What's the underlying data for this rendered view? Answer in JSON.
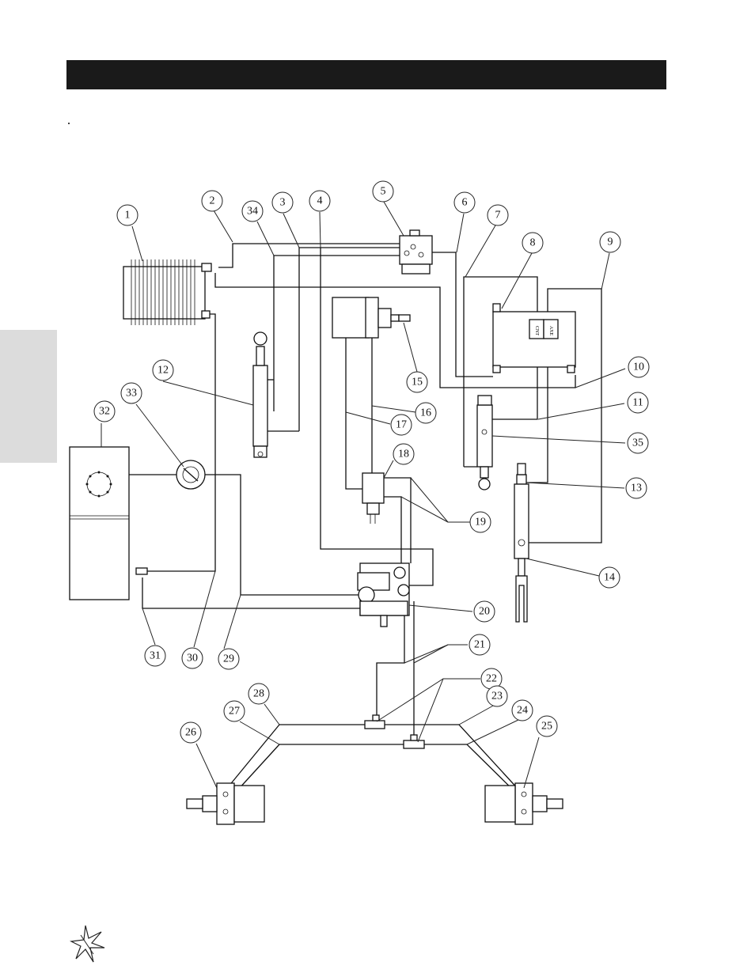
{
  "header": {
    "bar_color": "#1a1a1a",
    "side_tab_color": "#dcdcdc"
  },
  "diagram": {
    "callouts": [
      {
        "id": "c1",
        "label": "1"
      },
      {
        "id": "c2",
        "label": "2"
      },
      {
        "id": "c3",
        "label": "3"
      },
      {
        "id": "c4",
        "label": "4"
      },
      {
        "id": "c5",
        "label": "5"
      },
      {
        "id": "c6",
        "label": "6"
      },
      {
        "id": "c7",
        "label": "7"
      },
      {
        "id": "c8",
        "label": "8"
      },
      {
        "id": "c9",
        "label": "9"
      },
      {
        "id": "c10",
        "label": "10"
      },
      {
        "id": "c11",
        "label": "11"
      },
      {
        "id": "c12",
        "label": "12"
      },
      {
        "id": "c13",
        "label": "13"
      },
      {
        "id": "c14",
        "label": "14"
      },
      {
        "id": "c15",
        "label": "15"
      },
      {
        "id": "c16",
        "label": "16"
      },
      {
        "id": "c17",
        "label": "17"
      },
      {
        "id": "c18",
        "label": "18"
      },
      {
        "id": "c19",
        "label": "19"
      },
      {
        "id": "c20",
        "label": "20"
      },
      {
        "id": "c21",
        "label": "21"
      },
      {
        "id": "c22",
        "label": "22"
      },
      {
        "id": "c23",
        "label": "23"
      },
      {
        "id": "c24",
        "label": "24"
      },
      {
        "id": "c25",
        "label": "25"
      },
      {
        "id": "c26",
        "label": "26"
      },
      {
        "id": "c27",
        "label": "27"
      },
      {
        "id": "c28",
        "label": "28"
      },
      {
        "id": "c29",
        "label": "29"
      },
      {
        "id": "c30",
        "label": "30"
      },
      {
        "id": "c31",
        "label": "31"
      },
      {
        "id": "c32",
        "label": "32"
      },
      {
        "id": "c33",
        "label": "33"
      },
      {
        "id": "c34",
        "label": "34"
      },
      {
        "id": "c35",
        "label": "35"
      }
    ],
    "valve_labels": {
      "left": "CNT",
      "right": "AXE"
    }
  },
  "footer": {
    "logo_icon": "starburst-logo-icon"
  }
}
